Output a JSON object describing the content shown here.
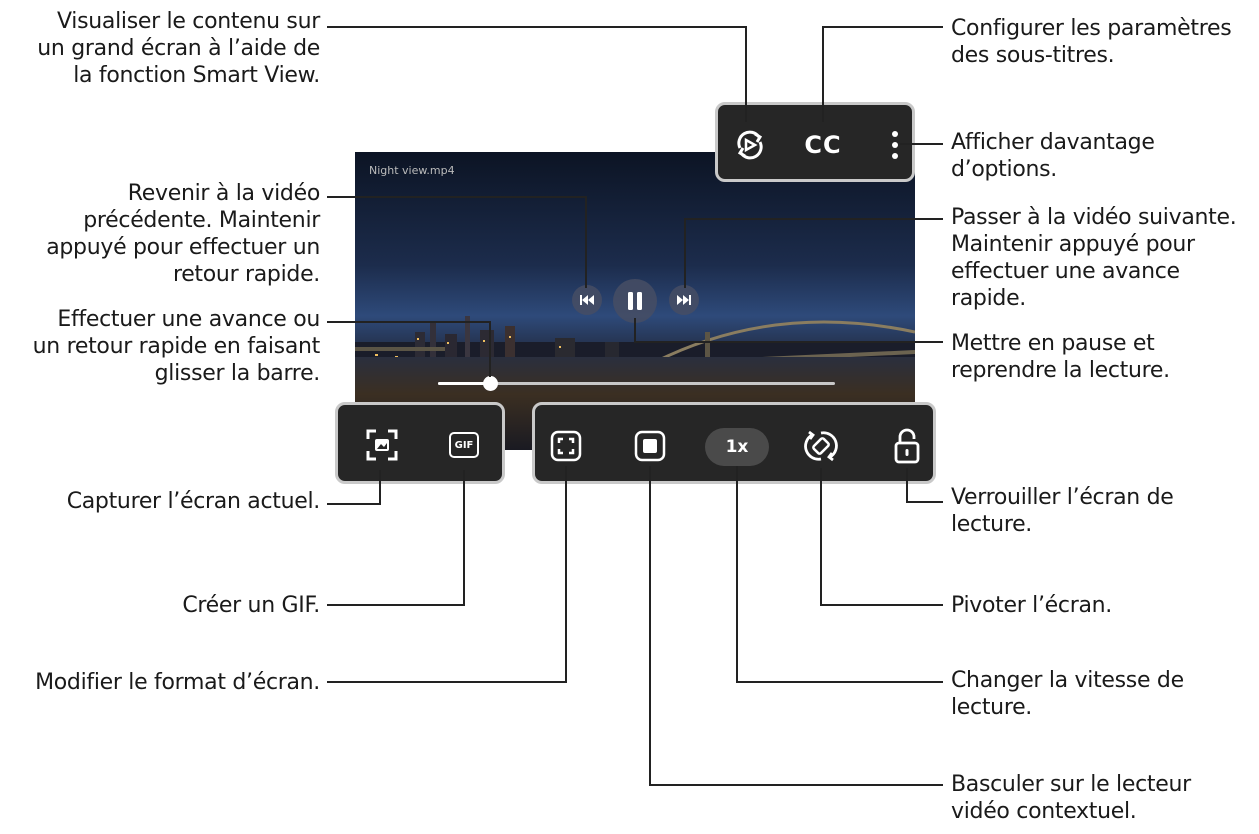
{
  "video": {
    "file_name": "Night view.mp4",
    "progress": 0.13
  },
  "player": {
    "speed_label": "1x",
    "cc_label": "CC",
    "gif_label": "GIF"
  },
  "icons": {
    "smart_view": "smart-view-icon",
    "captions": "cc-icon",
    "more": "more-options-icon",
    "previous": "previous-icon",
    "pause": "pause-icon",
    "next": "next-icon",
    "capture": "capture-icon",
    "gif": "gif-icon",
    "ratio": "screen-ratio-icon",
    "popup": "popup-player-icon",
    "rotate": "rotate-icon",
    "lock": "lock-icon"
  },
  "callouts": {
    "smart_view": "Visualiser le contenu sur\nun grand écran à l’aide de\nla fonction Smart View.",
    "subtitles": "Configurer les paramètres\ndes sous-titres.",
    "more_options": "Afficher davantage\nd’options.",
    "previous": "Revenir à la vidéo\nprécédente. Maintenir\nappuyé pour effectuer un\nretour rapide.",
    "next": "Passer à la vidéo suivante.\nMaintenir appuyé pour\neffectuer une avance\nrapide.",
    "seek": "Effectuer une avance ou\nun retour rapide en faisant\nglisser la barre.",
    "pause": "Mettre en pause et\nreprendre la lecture.",
    "capture": "Capturer l’écran actuel.",
    "lock": "Verrouiller l’écran de\nlecture.",
    "gif": "Créer un GIF.",
    "rotate": "Pivoter l’écran.",
    "ratio": "Modifier le format d’écran.",
    "speed": "Changer la vitesse de\nlecture.",
    "popup": "Basculer sur le lecteur\nvidéo contextuel."
  }
}
